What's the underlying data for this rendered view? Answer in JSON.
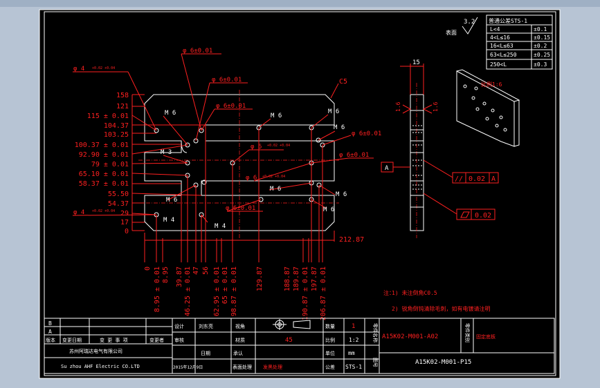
{
  "drawing": {
    "surface_note": "表面",
    "roughness_symbol": "3.2",
    "tolerance_table": {
      "title": "普通公差STS-1",
      "rows": [
        {
          "range": "L<4",
          "tol": "±0.1"
        },
        {
          "range": "4<L≤16",
          "tol": "±0.15"
        },
        {
          "range": "16<L≤63",
          "tol": "±0.2"
        },
        {
          "range": "63<L≤250",
          "tol": "±0.25"
        },
        {
          "range": "250<L",
          "tol": "±0.3"
        }
      ]
    },
    "iso_label": "比例1:6",
    "chamfer": "C5",
    "holes": {
      "phi6_a": "φ 6±0.01",
      "phi6_b": "φ 6±0.01",
      "phi6_c": "φ 6±0.01",
      "phi6_d": "φ 6±0.01",
      "phi6_e": "φ 6±0.01",
      "phi6_f": "φ 6±0.01",
      "phi6_g": "φ 6",
      "phi6_g_tol": "+0.02 +0.04",
      "phi6_h": "φ 6",
      "phi6_h_tol": "+0.02 +0.04",
      "phi4_top": "φ 4",
      "phi4_top_tol": "+0.02 +0.04",
      "phi4_bot": "φ 4",
      "phi4_bot_tol": "+0.02 +0.04",
      "m6": "M 6",
      "m3": "M 3",
      "m4": "M 4"
    },
    "left_dims": [
      "158",
      "121",
      "115 ± 0.01",
      "104.37",
      "103.25",
      "100.37 ± 0.01",
      "92.90 ± 0.01",
      "79 ± 0.01",
      "65.10 ± 0.01",
      "58.37 ± 0.01",
      "55.50",
      "54.37",
      "29",
      "17",
      "0"
    ],
    "bottom_dims": [
      "0",
      "8.95 ± 0.01",
      "8.95",
      "39.87",
      "46.25 ± 0.01",
      "47",
      "56",
      "62.95 ± 0.01",
      "65 ± 0.01",
      "98.87 ± 0.01",
      "129.87",
      "188.87",
      "189.87",
      "190.87 ± 0.01",
      "197.87",
      "206.87 ± 0.01"
    ],
    "width_dim": "212.87",
    "side_thickness": "15",
    "side_roughness": "1.6",
    "datum": "A",
    "parallel_tol": "0.02",
    "flatness_tol": "0.02",
    "notes": {
      "title": "注：",
      "line1": "1) 未注倒角C0.5",
      "line2": "2) 锐角倒钝清除毛刺，如有电镀请注明"
    },
    "title_block": {
      "company_cn": "苏州阿瑞达电气有限公司",
      "company_en": "Su zhou AHF Electric CO.LTD",
      "date": "2015年12月9日",
      "rev_b": "B",
      "rev_a": "A",
      "col_version": "版本",
      "col_change_date": "变更日期",
      "col_change_item": "变 更 事 项",
      "col_changer": "变更者",
      "design_label": "设计",
      "designer": "刘东亮",
      "check_label": "审核",
      "date_label": "日期",
      "approve_label": "承认",
      "surface_label": "表面处理",
      "surface_value": "发黑处理",
      "projection_label": "视角",
      "material_label": "材质",
      "material_value": "45",
      "qty_label": "数量",
      "qty_value": "1",
      "scale_label": "比例",
      "scale_value": "1:2",
      "unit_label": "单位",
      "unit_value": "mm",
      "tol_label": "公差",
      "tol_value": "STS-1",
      "part_name_label": "零件名称",
      "part_name": "A15K02-M001-A02",
      "part_type_label": "零件类别",
      "part_type": "固定底板",
      "drawing_no_label": "图号",
      "drawing_no": "A15K02-M001-P15"
    }
  }
}
